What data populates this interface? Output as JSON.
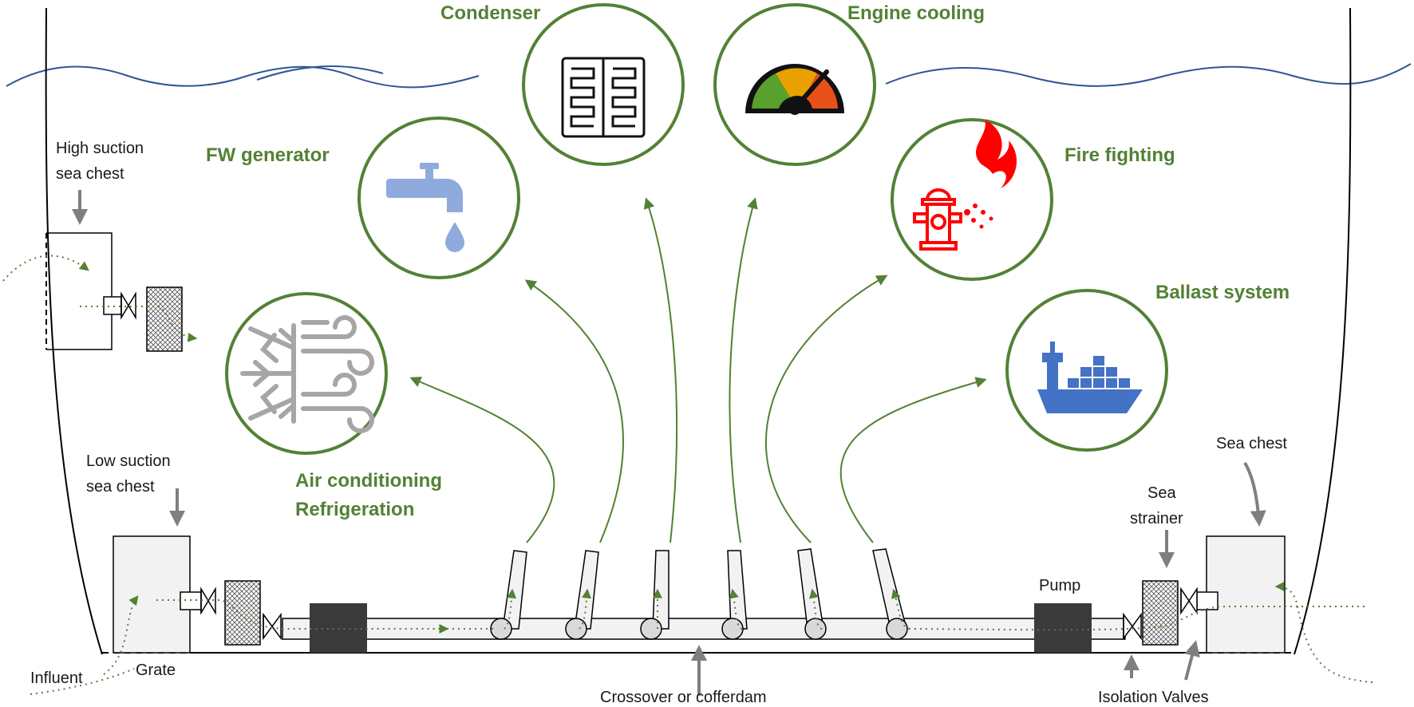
{
  "labels": {
    "high_suction_1": "High suction",
    "high_suction_2": "sea chest",
    "low_suction_1": "Low suction",
    "low_suction_2": "sea chest",
    "sea_chest": "Sea chest",
    "sea_strainer_1": "Sea",
    "sea_strainer_2": "strainer",
    "pump": "Pump",
    "grate": "Grate",
    "influent": "Influent",
    "crossover": "Crossover or cofferdam",
    "isolation_valves": "Isolation Valves"
  },
  "systems": {
    "condenser": "Condenser",
    "engine_cooling": "Engine cooling",
    "fw_generator": "FW generator",
    "fire_fighting": "Fire fighting",
    "ballast_system": "Ballast system",
    "air_conditioning": "Air conditioning",
    "refrigeration": "Refrigeration"
  },
  "icons": {
    "condenser": "condenser-coil-icon",
    "engine_cooling": "temperature-gauge-icon",
    "fw_generator": "water-tap-icon",
    "fire_fighting": "fire-hydrant-icon",
    "ballast_system": "cargo-ship-icon",
    "air_conditioning": "snowflake-wind-icon"
  },
  "colors": {
    "accent_green": "#538135",
    "water_line": "#2f5597",
    "arrow_gray": "#7f7f7f",
    "tap_blue": "#8faadc",
    "fire_red": "#ff0000",
    "ship_blue": "#4472c4"
  }
}
